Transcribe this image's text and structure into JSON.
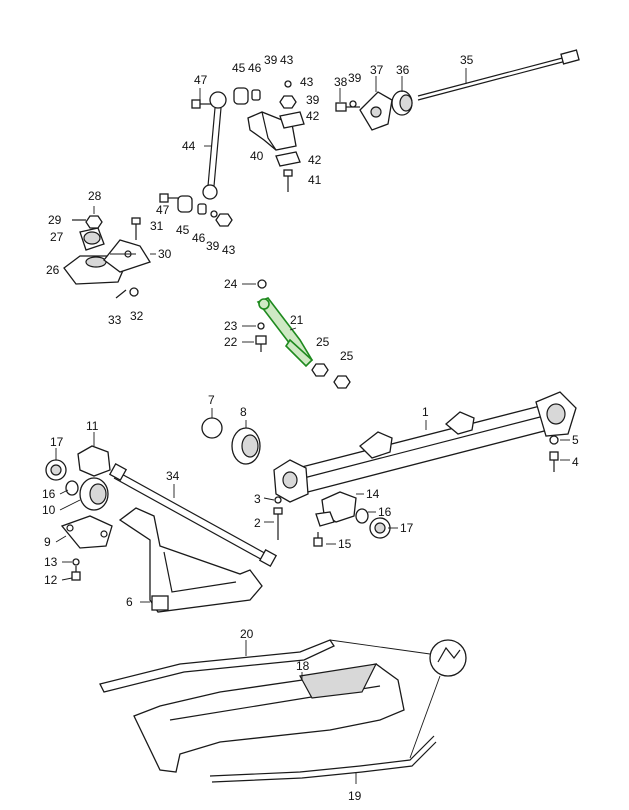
{
  "diagram": {
    "highlight_color": "#1e8a1e",
    "highlight_part": "21",
    "labels": {
      "1": "1",
      "2": "2",
      "3": "3",
      "4": "4",
      "5": "5",
      "6": "6",
      "7": "7",
      "8": "8",
      "9": "9",
      "10": "10",
      "11": "11",
      "12": "12",
      "13": "13",
      "14": "14",
      "15": "15",
      "16a": "16",
      "16b": "16",
      "17a": "17",
      "17b": "17",
      "18": "18",
      "19": "19",
      "20": "20",
      "21": "21",
      "22": "22",
      "23": "23",
      "24": "24",
      "25a": "25",
      "25b": "25",
      "26": "26",
      "27": "27",
      "28": "28",
      "29": "29",
      "30": "30",
      "31": "31",
      "32": "32",
      "33": "33",
      "34": "34",
      "35": "35",
      "36": "36",
      "37": "37",
      "38": "38",
      "39a": "39",
      "39b": "39",
      "39c": "39",
      "40": "40",
      "41": "41",
      "42a": "42",
      "42b": "42",
      "43a": "43",
      "43b": "43",
      "43c": "43",
      "44": "44",
      "45a": "45",
      "45b": "45",
      "46a": "46",
      "46b": "46",
      "47a": "47",
      "47b": "47"
    }
  }
}
